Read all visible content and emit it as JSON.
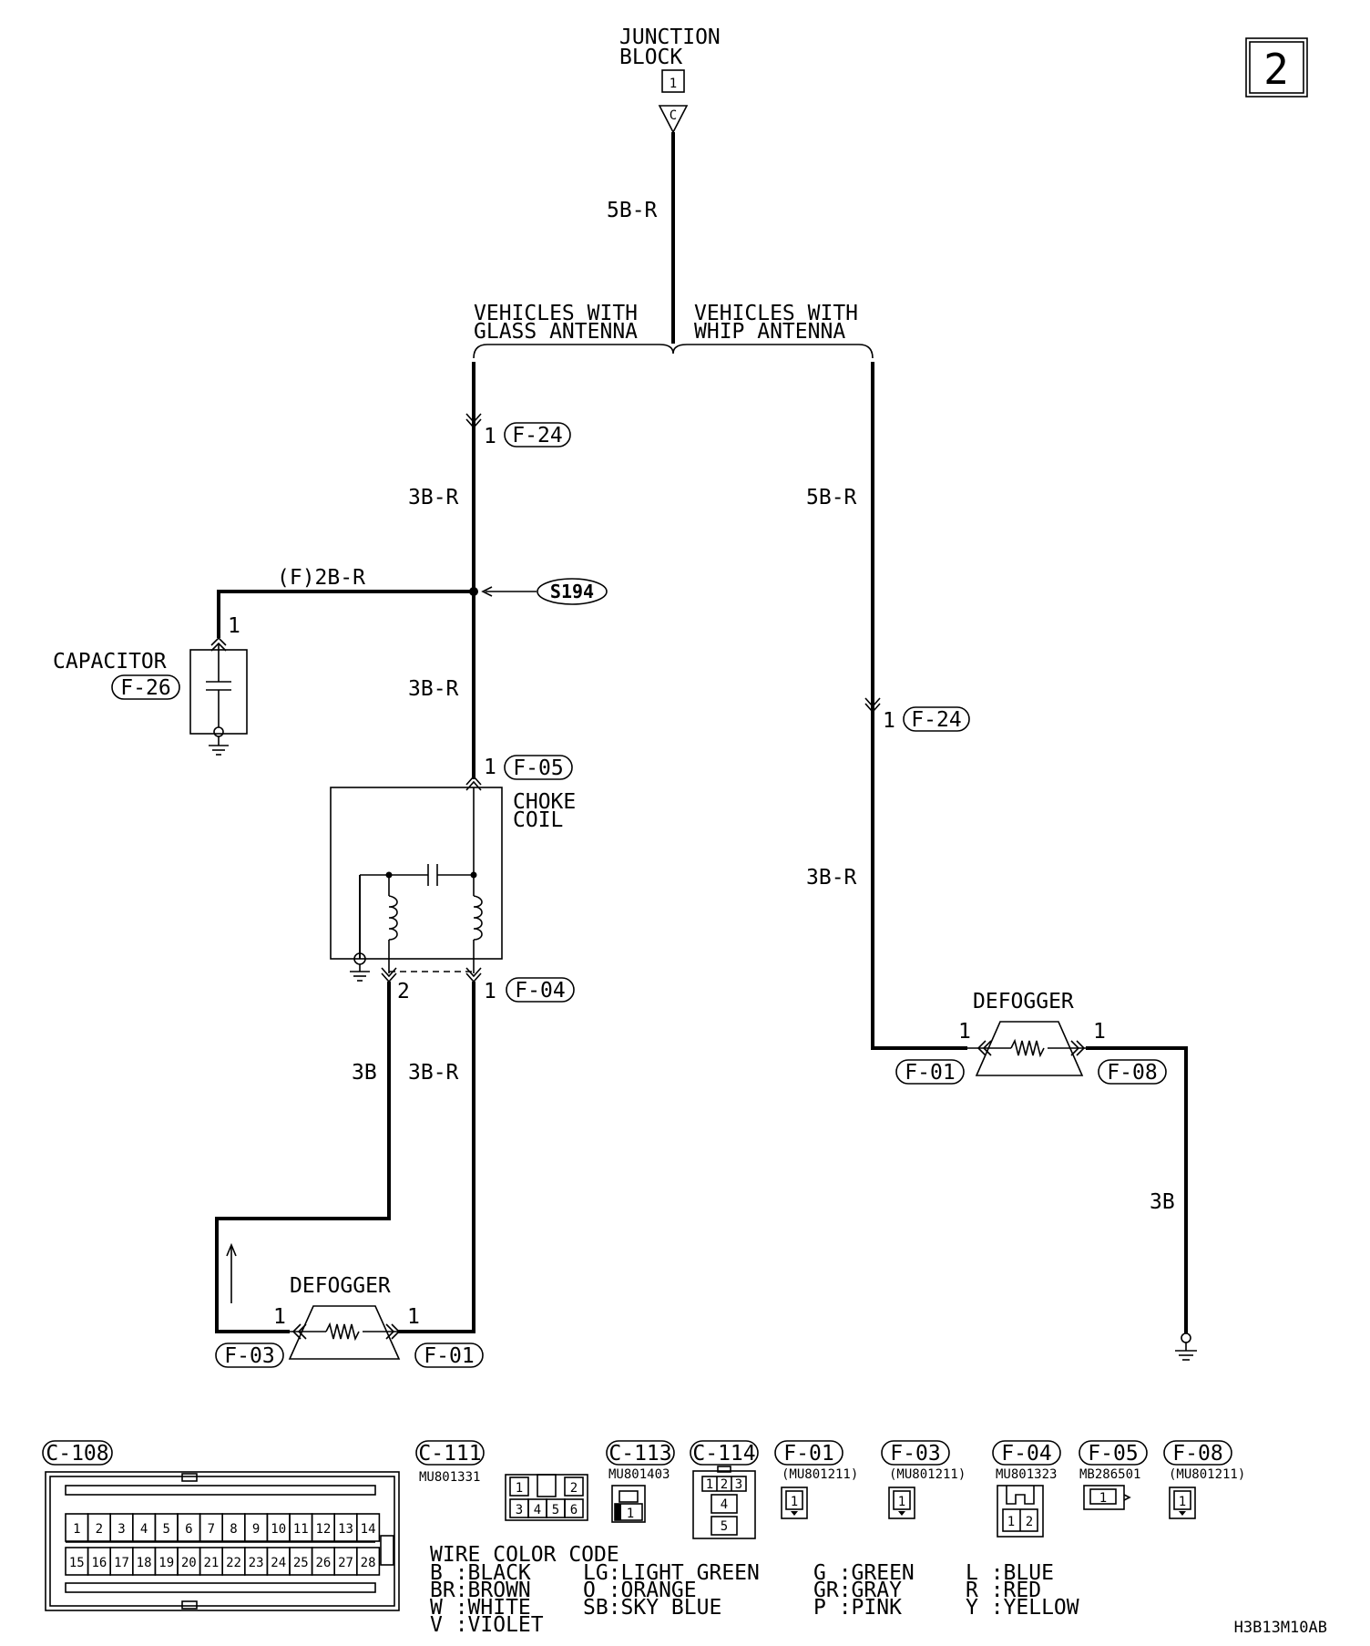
{
  "page_number": "2",
  "junction_block": {
    "title_line1": "JUNCTION",
    "title_line2": "BLOCK",
    "pin": "1",
    "connector": "C"
  },
  "wires": {
    "top": "5B-R",
    "left_upper": "3B-R",
    "left_mid": "3B-R",
    "left_lower_return": "3B",
    "left_lower": "3B-R",
    "branch": "(F)2B-R",
    "right_upper": "5B-R",
    "right_mid": "3B-R",
    "right_ground": "3B"
  },
  "branches": {
    "glass_line1": "VEHICLES WITH",
    "glass_line2": "GLASS ANTENNA",
    "whip_line1": "VEHICLES WITH",
    "whip_line2": "WHIP ANTENNA"
  },
  "splice": "S194",
  "components": {
    "capacitor": {
      "name": "CAPACITOR",
      "connector": "F-26",
      "pin": "1"
    },
    "choke_coil": {
      "line1": "CHOKE",
      "line2": "COIL",
      "in_connector": "F-05",
      "in_pin": "1",
      "out_connector": "F-04",
      "out_pin1": "1",
      "out_pin2": "2"
    },
    "defogger_left": {
      "name": "DEFOGGER",
      "left_connector": "F-03",
      "right_connector": "F-01",
      "left_pin": "1",
      "right_pin": "1"
    },
    "defogger_right": {
      "name": "DEFOGGER",
      "left_connector": "F-01",
      "right_connector": "F-08",
      "left_pin": "1",
      "right_pin": "1"
    },
    "f24_left": {
      "connector": "F-24",
      "pin": "1"
    },
    "f24_right": {
      "connector": "F-24",
      "pin": "1"
    }
  },
  "connectors": {
    "c108": {
      "label": "C-108",
      "row1": [
        "1",
        "2",
        "3",
        "4",
        "5",
        "6",
        "7",
        "8",
        "9",
        "10",
        "11",
        "12",
        "13",
        "14"
      ],
      "row2": [
        "15",
        "16",
        "17",
        "18",
        "19",
        "20",
        "21",
        "22",
        "23",
        "24",
        "25",
        "26",
        "27",
        "28"
      ]
    },
    "c111": {
      "label": "C-111",
      "part": "MU801331",
      "pins": [
        "1",
        "2",
        "3",
        "4",
        "5",
        "6"
      ]
    },
    "c113": {
      "label": "C-113",
      "part": "MU801403",
      "pin": "1"
    },
    "c114": {
      "label": "C-114",
      "pins": [
        "1",
        "2",
        "3",
        "4",
        "5"
      ]
    },
    "f01": {
      "label": "F-01",
      "part": "(MU801211)",
      "pin": "1"
    },
    "f03": {
      "label": "F-03",
      "part": "(MU801211)",
      "pin": "1"
    },
    "f04": {
      "label": "F-04",
      "part": "MU801323",
      "pins": [
        "1",
        "2"
      ]
    },
    "f05": {
      "label": "F-05",
      "part": "MB286501",
      "pin": "1"
    },
    "f08": {
      "label": "F-08",
      "part": "(MU801211)",
      "pin": "1"
    }
  },
  "wire_color_code": {
    "title": "WIRE COLOR CODE",
    "col1": [
      "B :BLACK",
      "BR:BROWN",
      "W :WHITE",
      "V :VIOLET"
    ],
    "col2": [
      "LG:LIGHT GREEN",
      "O :ORANGE",
      "SB:SKY BLUE"
    ],
    "col3": [
      "G :GREEN",
      "GR:GRAY",
      "P :PINK"
    ],
    "col4": [
      "L :BLUE",
      "R :RED",
      "Y :YELLOW"
    ]
  },
  "doc_code": "H3B13M10AB"
}
